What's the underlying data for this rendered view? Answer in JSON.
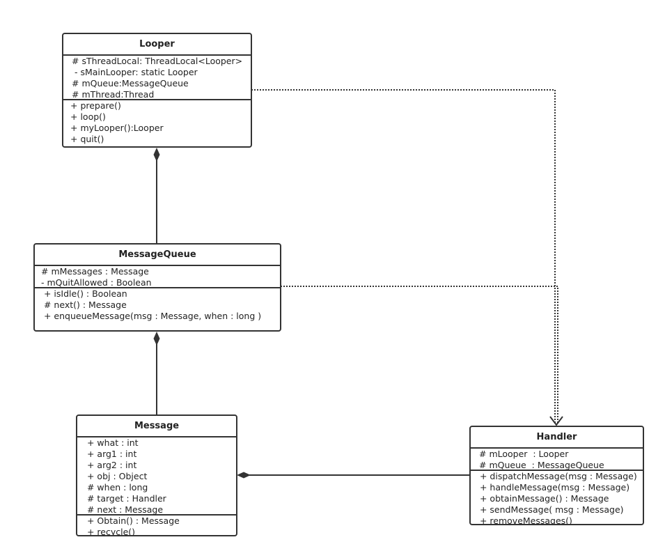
{
  "classes": {
    "looper": {
      "name": "Looper",
      "attributes": [
        "# sThreadLocal: ThreadLocal<Looper>",
        " - sMainLooper: static Looper",
        "# mQueue:MessageQueue",
        "# mThread:Thread"
      ],
      "methods": [
        "+ prepare()",
        "+ loop()",
        "+ myLooper():Looper",
        "+ quit()"
      ]
    },
    "messagequeue": {
      "name": "MessageQueue",
      "attributes": [
        "# mMessages : Message",
        "- mQuitAllowed : Boolean"
      ],
      "methods": [
        " + isIdle() : Boolean",
        " # next() : Message",
        " + enqueueMessage(msg : Message, when : long )"
      ]
    },
    "message": {
      "name": "Message",
      "attributes": [
        " + what : int",
        " + arg1 : int",
        " + arg2 : int",
        " + obj : Object",
        " # when : long",
        " # target : Handler",
        " # next : Message"
      ],
      "methods": [
        " + Obtain() : Message",
        " + recycle()"
      ]
    },
    "handler": {
      "name": "Handler",
      "attributes": [
        "# mLooper  : Looper",
        "# mQueue  : MessageQueue"
      ],
      "methods": [
        " + dispatchMessage(msg : Message)",
        " + handleMessage(msg : Message)",
        " + obtainMessage() : Message",
        " + sendMessage( msg : Message)",
        " + removeMessages()"
      ]
    }
  },
  "relationships": [
    {
      "from": "looper",
      "to": "messagequeue",
      "type": "composition"
    },
    {
      "from": "messagequeue",
      "to": "message",
      "type": "composition"
    },
    {
      "from": "message",
      "to": "handler",
      "type": "composition"
    },
    {
      "from": "looper",
      "to": "handler",
      "type": "dependency"
    },
    {
      "from": "messagequeue",
      "to": "handler",
      "type": "dependency"
    }
  ],
  "colors": {
    "line": "#333333",
    "background": "#ffffff"
  }
}
